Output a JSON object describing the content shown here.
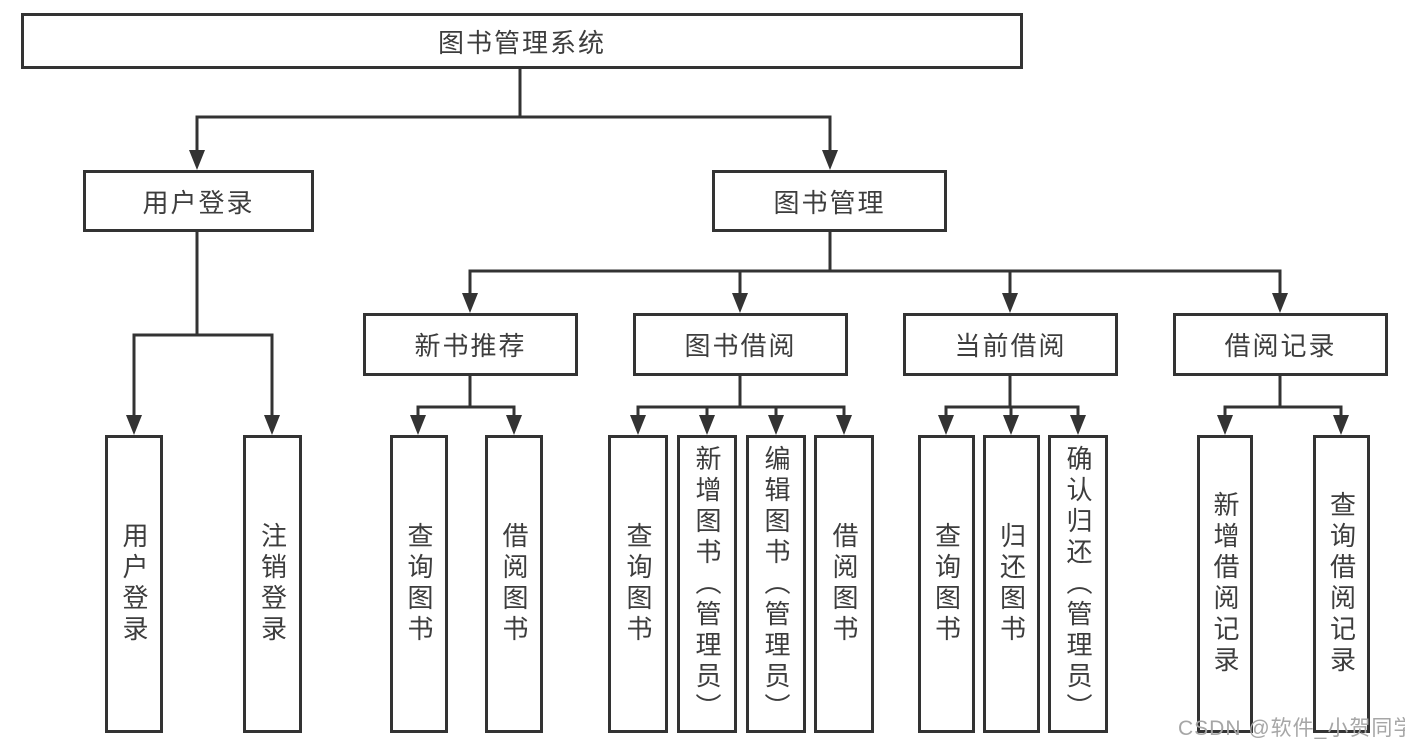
{
  "nodes": {
    "root": "图书管理系统",
    "level2": {
      "user_login": "用户登录",
      "book_mgmt": "图书管理"
    },
    "level3": {
      "new_book": "新书推荐",
      "book_borrow": "图书借阅",
      "current_borrow": "当前借阅",
      "borrow_record": "借阅记录"
    },
    "leaves": {
      "user_login": [
        "用户登录",
        "注销登录"
      ],
      "new_book": [
        "查询图书",
        "借阅图书"
      ],
      "book_borrow": [
        "查询图书",
        "新增图书（管理员）",
        "编辑图书（管理员）",
        "借阅图书"
      ],
      "current_borrow": [
        "查询图书",
        "归还图书",
        "确认归还（管理员）"
      ],
      "borrow_record": [
        "新增借阅记录",
        "查询借阅记录"
      ]
    }
  },
  "watermark": "CSDN @软件_小贺同学",
  "colors": {
    "line": "#333333",
    "box_border": "#333333",
    "box_background": "#ffffff",
    "text": "#3d3d3d",
    "watermark": "#a6a6a6"
  }
}
